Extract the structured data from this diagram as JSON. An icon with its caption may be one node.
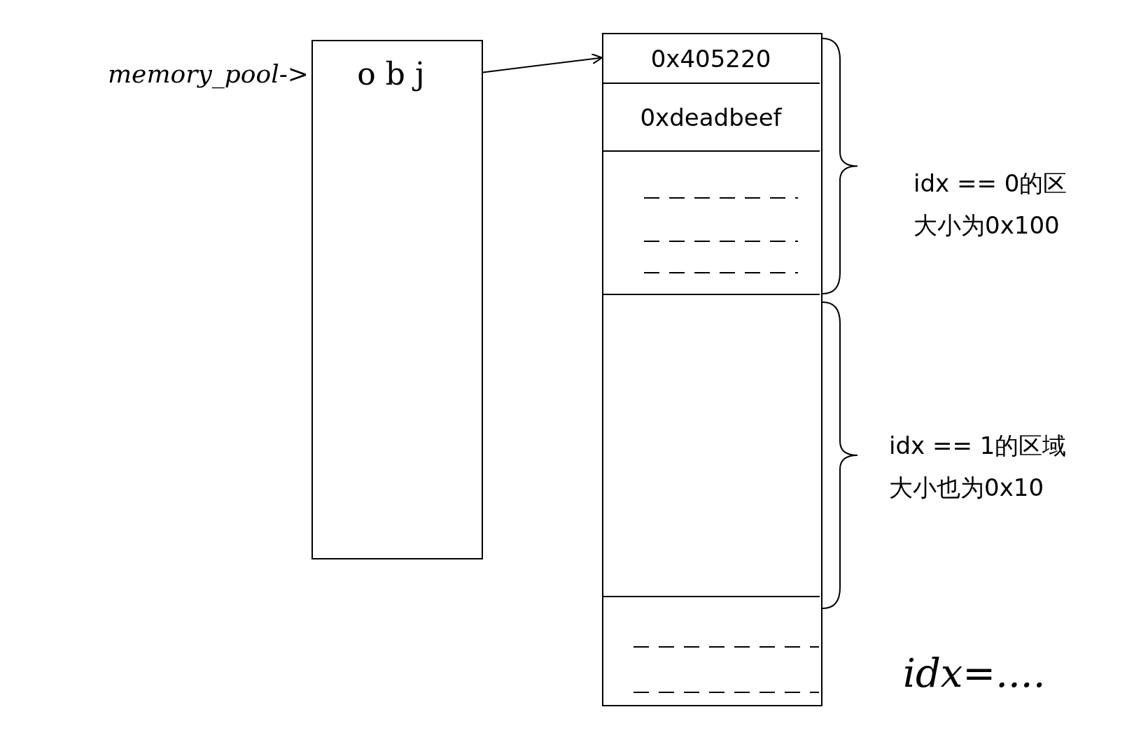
{
  "diagram": {
    "nodes": [
      {
        "text": [],
        "shape": "box"
      },
      {
        "text": [
          "obj"
        ],
        "in": 0,
        "beside": [
          "memory_pool->"
        ]
      },
      {
        "text": [],
        "shape": "box"
      },
      {
        "text": [
          "0x405220"
        ],
        "in": 2
      },
      {
        "text": [
          "0xdeadbeef"
        ],
        "in": 2
      },
      {
        "text": [],
        "shape": "box",
        "in": 2
      },
      {
        "text": [],
        "shape": "box",
        "in": 2
      },
      {
        "text": [],
        "shape": "box",
        "in": 2
      }
    ],
    "edges": [
      {
        "from": 1,
        "to": 3,
        "arrow": "to"
      }
    ],
    "labels": [
      "idx == 0的区",
      "大小为0x100",
      "idx == 1的区域",
      "大小也为0x10",
      "idx=...."
    ]
  }
}
